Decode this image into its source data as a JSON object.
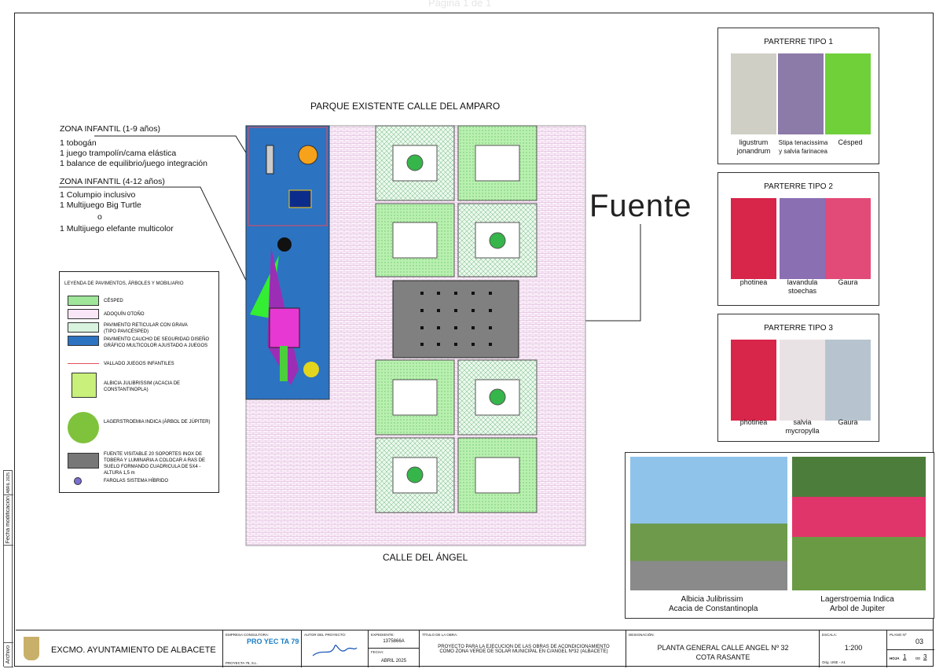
{
  "watermark": "Página 1 de 1",
  "plan": {
    "top_label": "PARQUE EXISTENTE CALLE DEL AMPARO",
    "bottom_label": "CALLE DEL ÁNGEL",
    "fountain_label": "Fuente"
  },
  "zones": [
    {
      "title": "ZONA INFANTIL (1-9 años)",
      "items": [
        "1 tobogán",
        "1 juego trampolín/cama elástica",
        "1 balance de equilibrio/juego integración"
      ]
    },
    {
      "title": "ZONA INFANTIL (4-12 años)",
      "items": [
        "1 Columpio inclusivo",
        "1 Multijuego Big Turtle",
        "o",
        "1 Multijuego elefante multicolor"
      ]
    }
  ],
  "legend": {
    "title": "LEYENDA DE PAVIMENTOS, ÁRBOLES Y MOBILIARIO",
    "items": [
      "CÉSPED",
      "ADOQUÍN OTOÑO",
      "PAVIMENTO RETICULAR CON GRAVA (TIPO PAVICÉSPED)",
      "PAVIMENTO CAUCHO DE SEGURIDAD DISEÑO GRÁFICO MULTICOLOR AJUSTADO A JUEGOS",
      "VALLADO JUEGOS INFANTILES",
      "ALBICIA JULIBRISSIM (ACACIA DE CONSTANTINOPLA)",
      "LAGERSTROEMIA INDICA (ÁRBOL DE JÚPITER)",
      "FUENTE VISITABLE 20 SOPORTES INOX DE TOBERA Y LUMINARIA A COLOCAR A RAS DE SUELO FORMANDO CUADRICULA DE 5X4 - ALTURA 1,5 m",
      "FAROLAS SISTEMA HÍBRIDO"
    ]
  },
  "parterres": [
    {
      "title": "PARTERRE TIPO 1",
      "plants": [
        "ligustrum jonandrum",
        "Stipa tenacissima y salvia farinacea",
        "Césped"
      ]
    },
    {
      "title": "PARTERRE TIPO 2",
      "plants": [
        "photinea",
        "lavandula stoechas",
        "Gaura"
      ]
    },
    {
      "title": "PARTERRE TIPO 3",
      "plants": [
        "photinea",
        "salvia mycropylla",
        "Gaura"
      ]
    }
  ],
  "trees": [
    {
      "line1": "Albicia Julibrissim",
      "line2": "Acacia de Constantinopla"
    },
    {
      "line1": "Lagerstroemia Indica",
      "line2": "Arbol de Jupiter"
    }
  ],
  "side_strip": {
    "archivo": "Archivo",
    "fecha_mod": "Fecha modificación",
    "fecha": "ABRIL 2025"
  },
  "title_block": {
    "entity": "EXCMO. AYUNTAMIENTO DE ALBACETE",
    "consultora_label": "EMPRESA CONSULTORA:",
    "consultora": "PROYECTA 79, S.L.",
    "logo_text": "PRO YEC TA 79",
    "autor_label": "AUTOR DEL PROYECTO:",
    "expediente_label": "EXPEDIENTE:",
    "expediente": "1375866A",
    "fecha_label": "FECHA:",
    "fecha": "ABRIL 2025",
    "titulo_label": "TÍTULO DE LA OBRA:",
    "titulo": "PROYECTO PARA LA EJECUCION DE LAS OBRAS DE ACONDICIONAMIENTO COMO ZONA VERDE DE SOLAR MUNICIPAL EN C/ANGEL Nº32 (ALBACETE)",
    "designacion_label": "DESIGNACIÓN:",
    "designacion_1": "PLANTA GENERAL CALLE ANGEL Nº 32",
    "designacion_2": "COTA RASANTE",
    "escala_label": "ESCALA:",
    "escala": "1:200",
    "orig": "Orig. UNE - A1",
    "plano_label": "PLANO Nº",
    "plano": "03",
    "hoja_label": "HOJA",
    "hoja": "1",
    "de_label": "DE",
    "de": "3"
  }
}
